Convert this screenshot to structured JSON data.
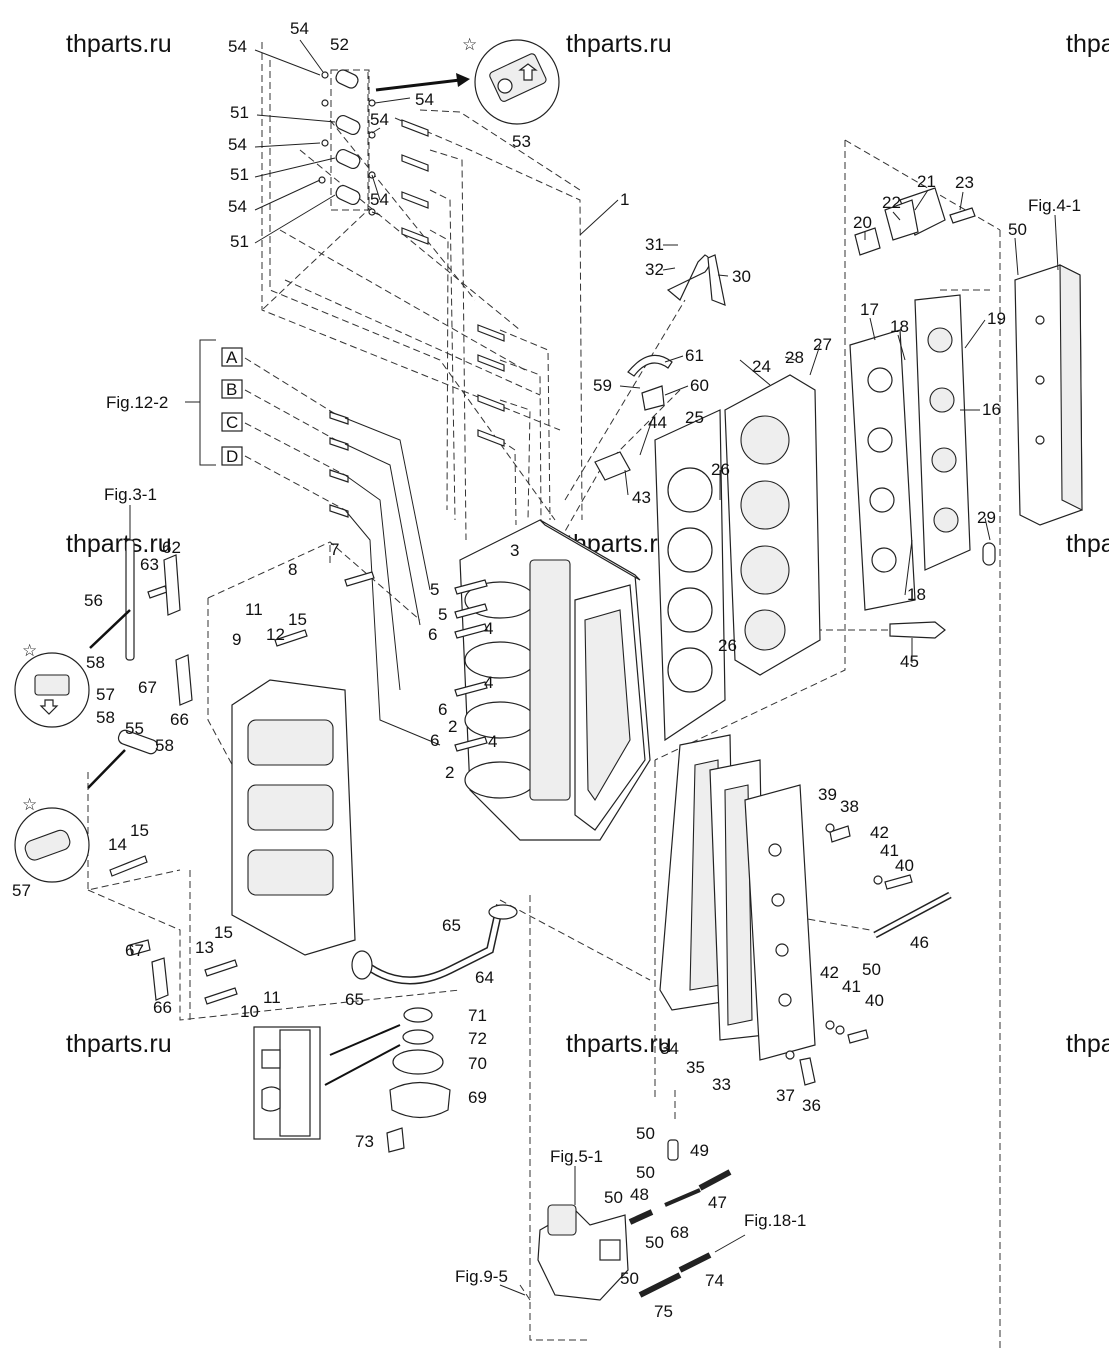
{
  "watermark": "thparts.ru",
  "figure_refs": {
    "fig_12_2": "Fig.12-2",
    "fig_3_1": "Fig.3-1",
    "fig_4_1": "Fig.4-1",
    "fig_5_1": "Fig.5-1",
    "fig_18_1": "Fig.18-1",
    "fig_9_5": "Fig.9-5"
  },
  "boxed_letters": [
    "A",
    "B",
    "C",
    "D"
  ],
  "callouts": [
    "54",
    "52",
    "54",
    "51",
    "54",
    "54",
    "51",
    "54",
    "54",
    "51",
    "54",
    "53",
    "1",
    "31",
    "32",
    "30",
    "61",
    "59",
    "60",
    "44",
    "43",
    "25",
    "24",
    "28",
    "27",
    "26",
    "26",
    "17",
    "18",
    "19",
    "16",
    "18",
    "29",
    "21",
    "23",
    "22",
    "20",
    "50",
    "45",
    "7",
    "8",
    "3",
    "5",
    "5",
    "6",
    "4",
    "4",
    "6",
    "2",
    "6",
    "4",
    "2",
    "11",
    "15",
    "9",
    "12",
    "63",
    "62",
    "56",
    "58",
    "67",
    "66",
    "57",
    "58",
    "55",
    "58",
    "57",
    "14",
    "15",
    "13",
    "15",
    "67",
    "66",
    "10",
    "11",
    "65",
    "64",
    "65",
    "71",
    "72",
    "70",
    "69",
    "73",
    "39",
    "38",
    "42",
    "41",
    "40",
    "46",
    "50",
    "42",
    "41",
    "40",
    "34",
    "35",
    "33",
    "37",
    "36",
    "50",
    "49",
    "50",
    "48",
    "47",
    "50",
    "50",
    "68",
    "74",
    "75",
    "50"
  ]
}
